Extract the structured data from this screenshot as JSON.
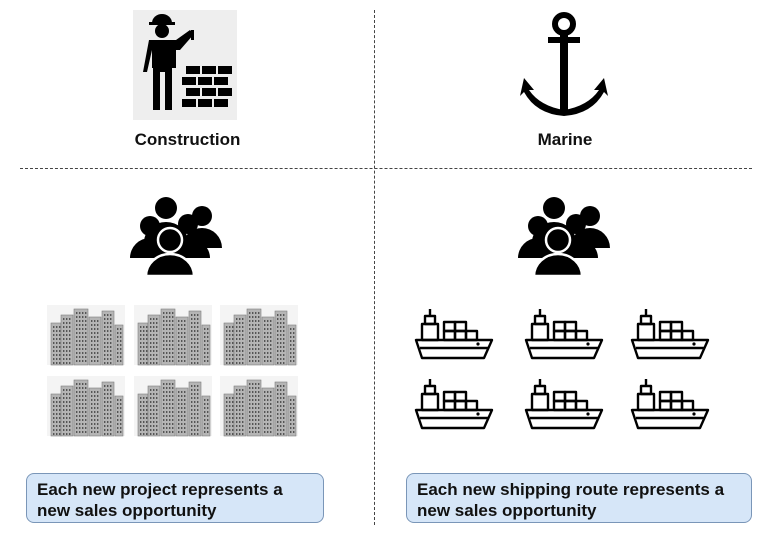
{
  "sections": [
    {
      "name": "Construction",
      "icon": "construction-worker-icon",
      "group_icon": "people-group-icon",
      "item_icon": "building-icon",
      "item_count": 6,
      "caption": "Each new project represents a new sales opportunity"
    },
    {
      "name": "Marine",
      "icon": "anchor-icon",
      "group_icon": "people-group-icon",
      "item_icon": "cargo-ship-icon",
      "item_count": 6,
      "caption": "Each new shipping route represents a new sales opportunity"
    }
  ],
  "colors": {
    "caption_fill": "#d6e6f8",
    "caption_border": "#7a96b8",
    "icon": "#000000",
    "building_grey": "#9a9a9a"
  }
}
